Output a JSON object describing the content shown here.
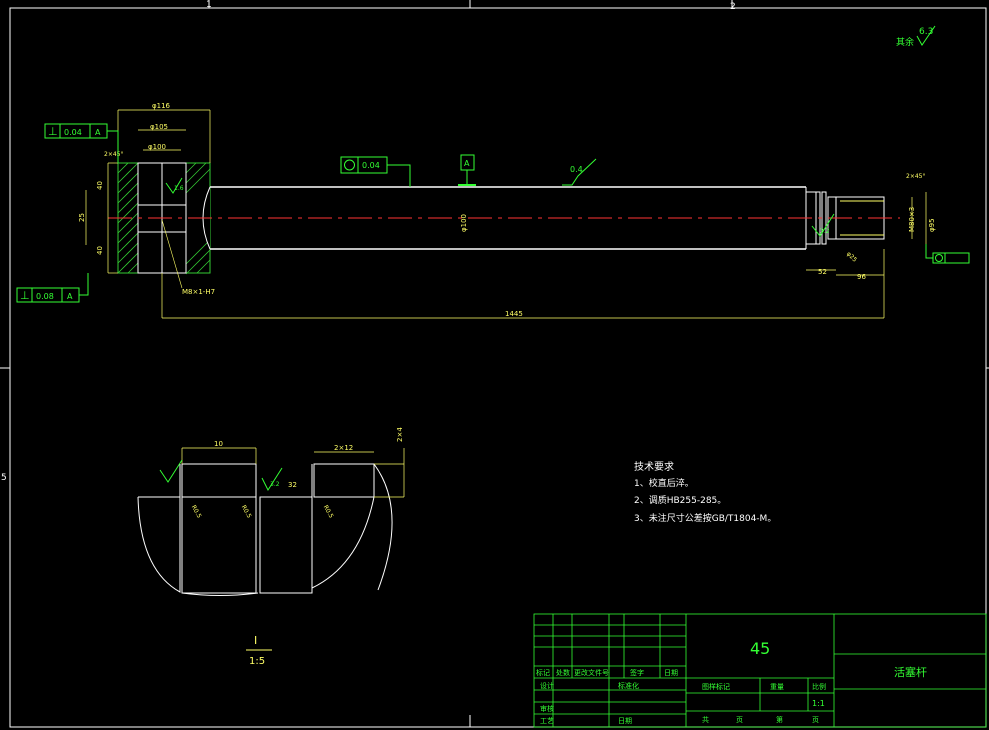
{
  "colors": {
    "background": "#000000",
    "frame": "#ffffff",
    "dimension": "#ffff66",
    "annotation": "#33ff33",
    "centerline": "#ff3333",
    "hatch": "#33cc33",
    "table": "#33ff33"
  },
  "frame": {
    "zone_marks_top": [
      "1",
      "2"
    ],
    "zone_mark_left": "5"
  },
  "surface_finish": {
    "label": "其余",
    "value": "6.3"
  },
  "main_view": {
    "tolerance_frames": [
      {
        "symbol": "⊥",
        "value": "0.04",
        "datum": "A"
      },
      {
        "symbol": "⊥",
        "value": "0.08",
        "datum": "A"
      },
      {
        "symbol": "◎",
        "value": "0.04"
      },
      {
        "symbol": "◎",
        "value": ""
      }
    ],
    "datum_label": "A",
    "roughness_labels": [
      "0.4",
      "1.6",
      "3.2"
    ],
    "dimensions": {
      "d_head_outer": "φ116",
      "d_head_mid": "φ105",
      "d_head_inner": "φ100",
      "chamfer_left": "2×45°",
      "chamfer_right": "2×45°",
      "thread": "M8×1-H7",
      "h1": "40",
      "h2": "40",
      "h3": "25",
      "d_rod": "φ100",
      "overall_length": "1445",
      "len_a": "52",
      "len_b": "96",
      "d_end": "φ95",
      "thread_end": "M80×3",
      "d_groove": "φ25"
    }
  },
  "detail_view": {
    "dim_top": "10",
    "dim_step": "2×12",
    "dim_side": "2×4",
    "roughness": "3.2",
    "label_32": "32",
    "radius": [
      "R0.5",
      "R0.5",
      "R0.5"
    ],
    "scale_label_num": "I",
    "scale_label_den": "1:5"
  },
  "notes": {
    "title": "技术要求",
    "items": [
      "1、校直后淬。",
      "2、调质HB255-285。",
      "3、未注尺寸公差按GB/T1804-M。"
    ]
  },
  "title_block": {
    "material": "45",
    "part_name": "活塞杆",
    "scale": "1:1",
    "headers": [
      "标记",
      "处数",
      "更改文件号",
      "签字",
      "日期"
    ],
    "roles": [
      "设计",
      "标准化",
      "审核",
      "工艺",
      "日期"
    ],
    "cols": [
      "图样标记",
      "重量",
      "比例"
    ],
    "footer": [
      "共",
      "页",
      "第",
      "页"
    ]
  }
}
